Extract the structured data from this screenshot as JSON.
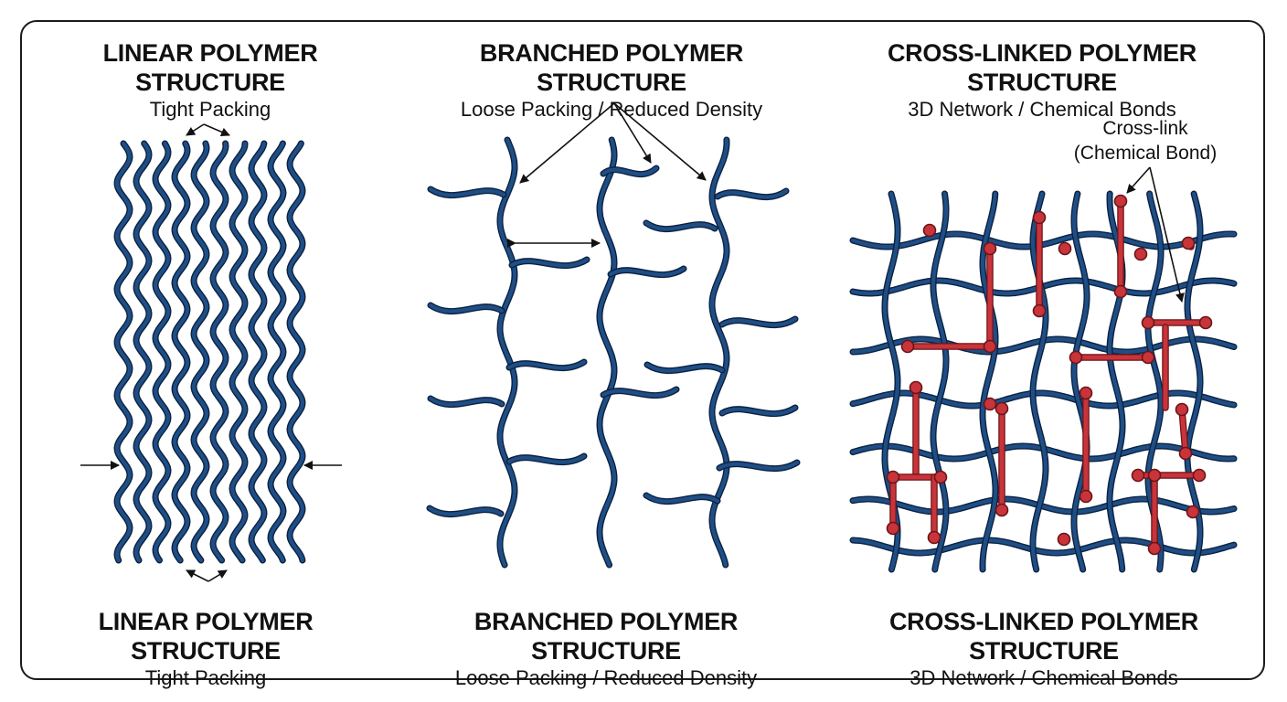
{
  "panels": [
    {
      "title_top": "LINEAR POLYMER STRUCTURE",
      "subtitle_top": "Tight Packing",
      "title_bottom": "LINEAR POLYMER STRUCTURE",
      "subtitle_bottom": "Tight Packing"
    },
    {
      "title_top": "BRANCHED POLYMER STRUCTURE",
      "subtitle_top": "Loose Packing / Reduced Density",
      "title_bottom": "BRANCHED POLYMER STRUCTURE",
      "subtitle_bottom": "Loose Packing / Reduced Density"
    },
    {
      "title_top": "CROSS-LINKED POLYMER STRUCTURE",
      "subtitle_top": "3D Network / Chemical Bonds",
      "title_bottom": "CROSS-LINKED POLYMER STRUCTURE",
      "subtitle_bottom": "3D Network / Chemical Bonds"
    }
  ],
  "crosslink_callout": {
    "line1": "Cross-link",
    "line2": "(Chemical Bond)"
  },
  "colors": {
    "chain": "#1f4e86",
    "chain_outline": "#0b2240",
    "bond": "#c8343a",
    "bond_outline": "#6b1518",
    "arrow": "#111111"
  }
}
